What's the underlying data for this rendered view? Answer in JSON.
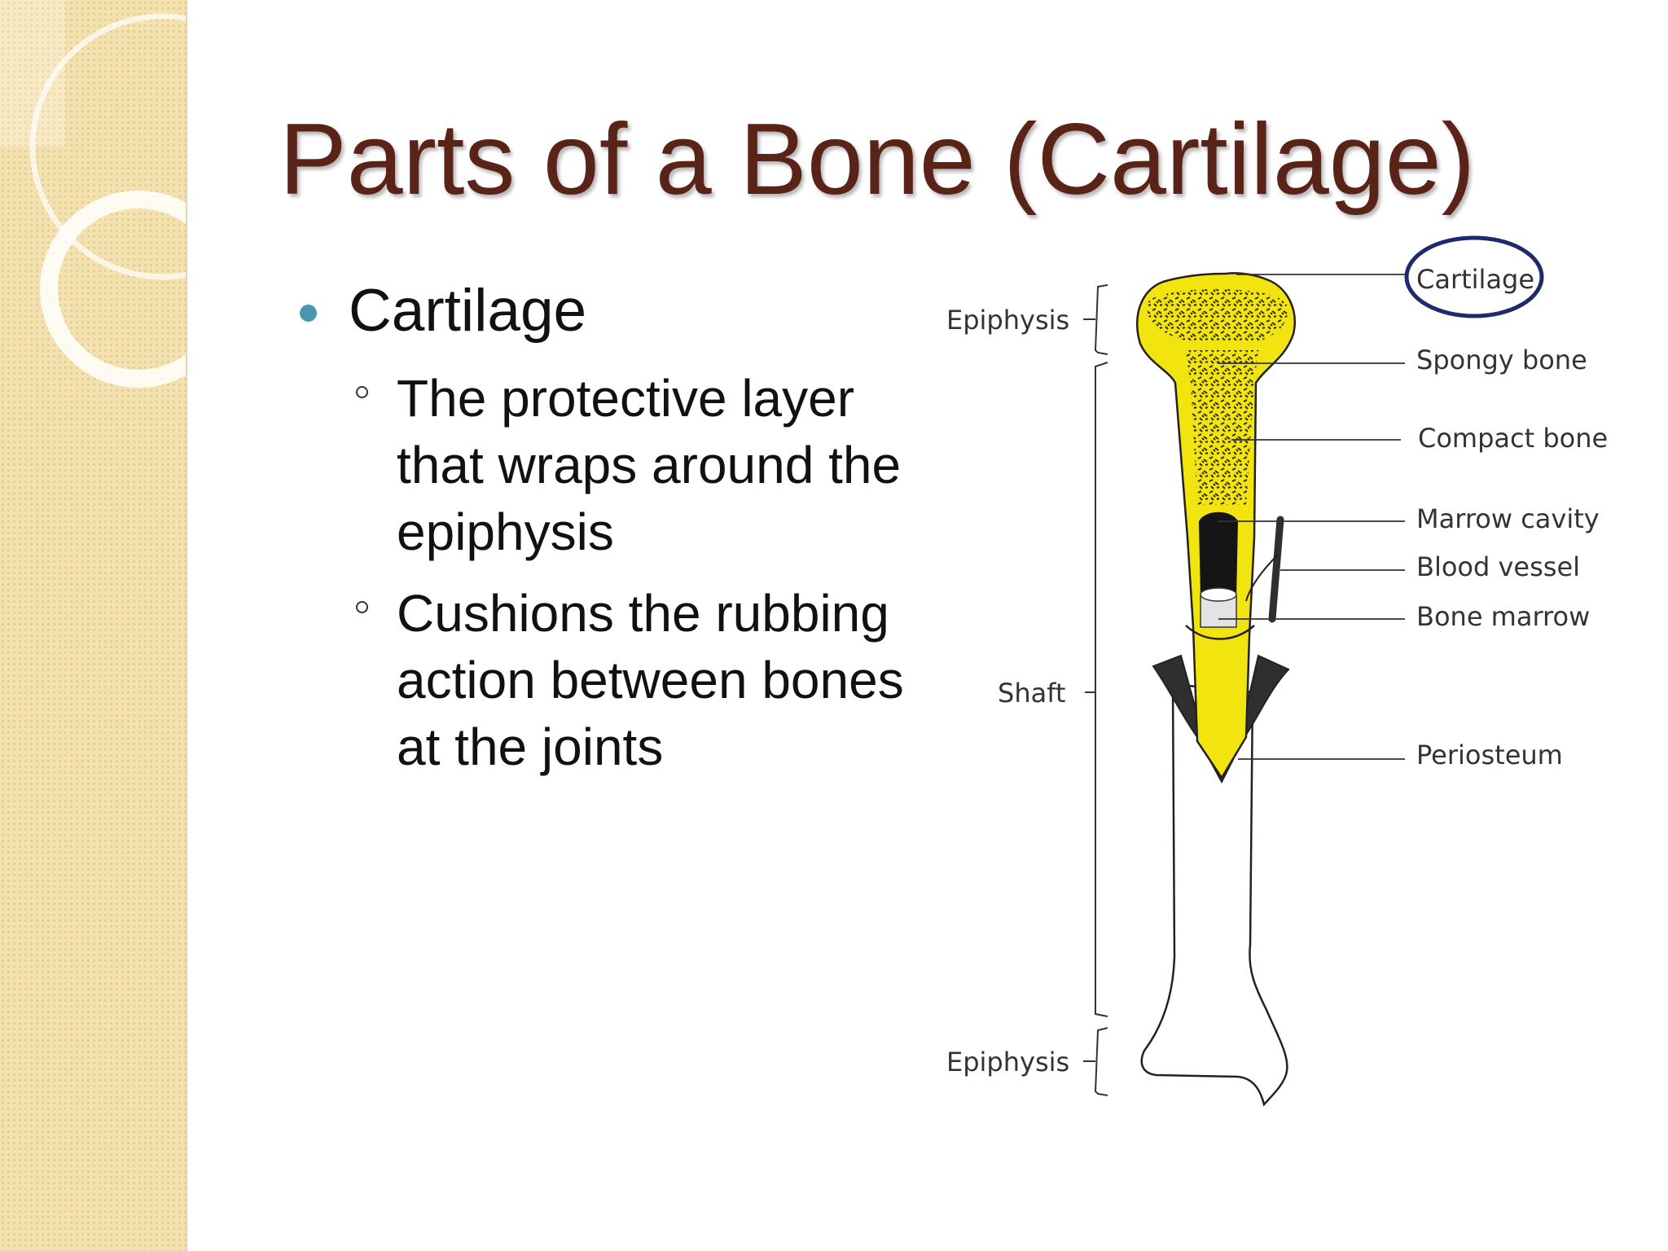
{
  "slide": {
    "title": "Parts of a Bone (Cartilage)",
    "bullet": "Cartilage",
    "subpoints": [
      "The protective layer that wraps around the epiphysis",
      "Cushions the rubbing action between bones at the joints"
    ]
  },
  "diagram": {
    "labels": {
      "epiphysis_top": "Epiphysis",
      "shaft": "Shaft",
      "epiphysis_bottom": "Epiphysis",
      "cartilage": "Cartilage",
      "spongy_bone": "Spongy bone",
      "compact_bone": "Compact bone",
      "marrow_cavity": "Marrow cavity",
      "blood_vessel": "Blood vessel",
      "bone_marrow": "Bone marrow",
      "periosteum": "Periosteum"
    },
    "colors": {
      "bone_fill": "#f2e40f",
      "highlight_circle": "#1e2a6b",
      "title": "#5a2318",
      "bullet": "#4a97ad"
    }
  }
}
